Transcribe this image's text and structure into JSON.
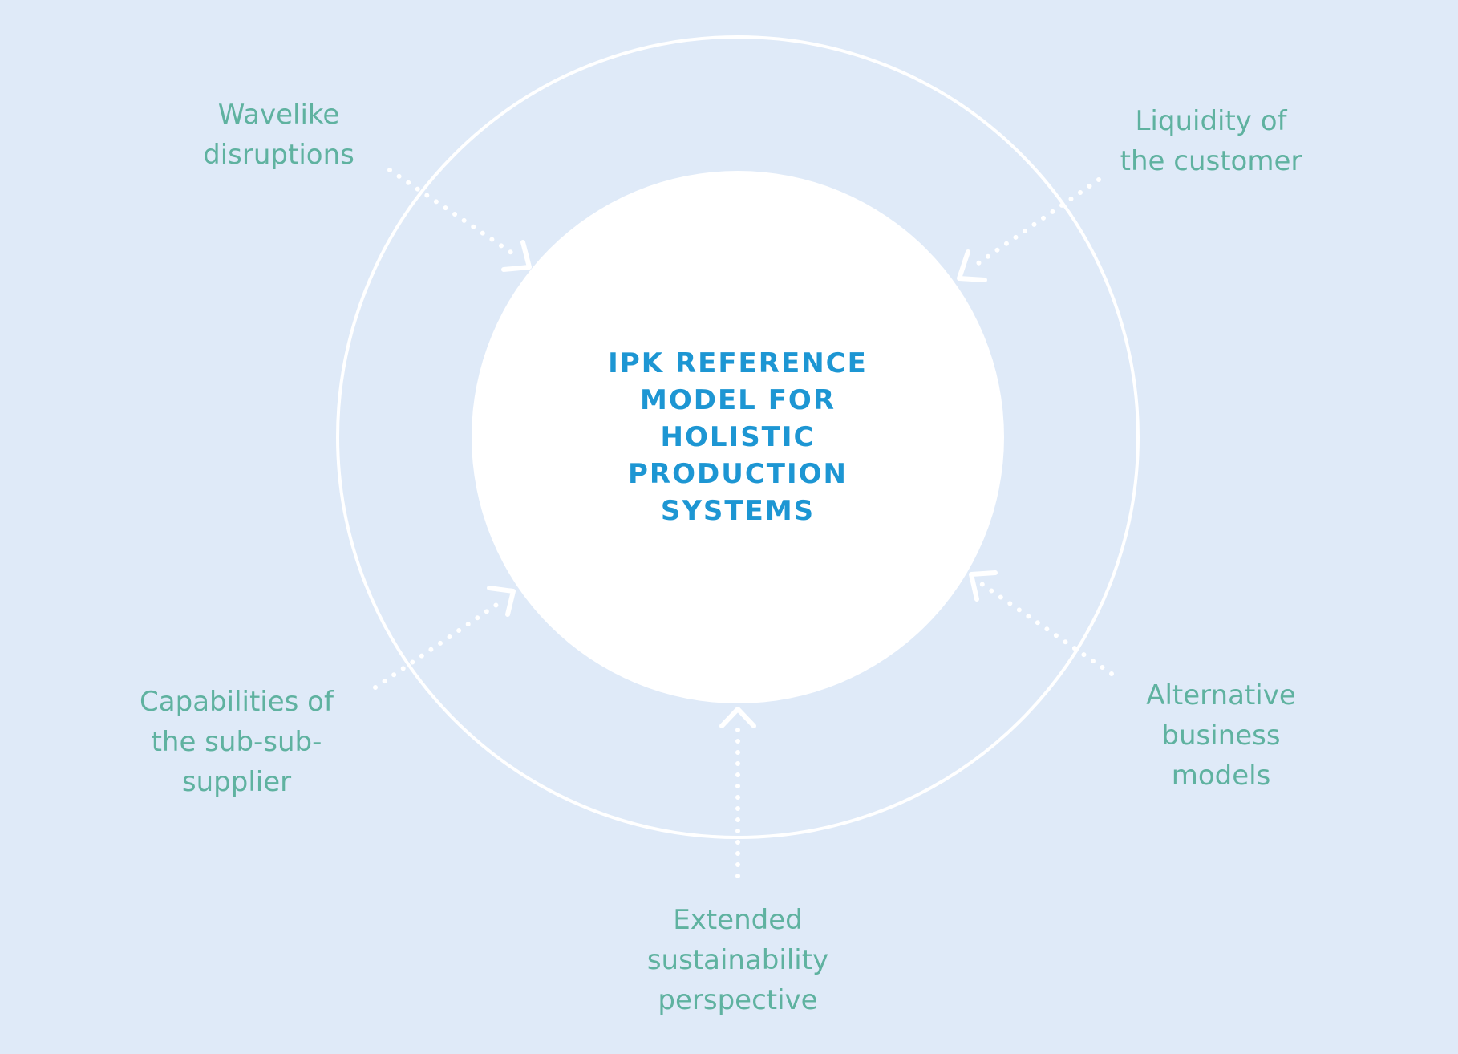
{
  "colors": {
    "background": "#dfeaf8",
    "circle_fill": "#ffffff",
    "ring_stroke": "#ffffff",
    "factor_text": "#5fb2a0",
    "title_text": "#1d96d3"
  },
  "center": {
    "title_lines": [
      "IPK REFERENCE",
      "MODEL FOR",
      "HOLISTIC",
      "PRODUCTION",
      "SYSTEMS"
    ]
  },
  "factors": {
    "wavelike": {
      "lines": [
        "Wavelike",
        "disruptions"
      ]
    },
    "liquidity": {
      "lines": [
        "Liquidity of",
        "the customer"
      ]
    },
    "capabilities": {
      "lines": [
        "Capabilities of",
        "the sub-sub-",
        "supplier"
      ]
    },
    "alternative": {
      "lines": [
        "Alternative",
        "business",
        "models"
      ]
    },
    "sustainability": {
      "lines": [
        "Extended",
        "sustainability",
        "perspective"
      ]
    }
  }
}
